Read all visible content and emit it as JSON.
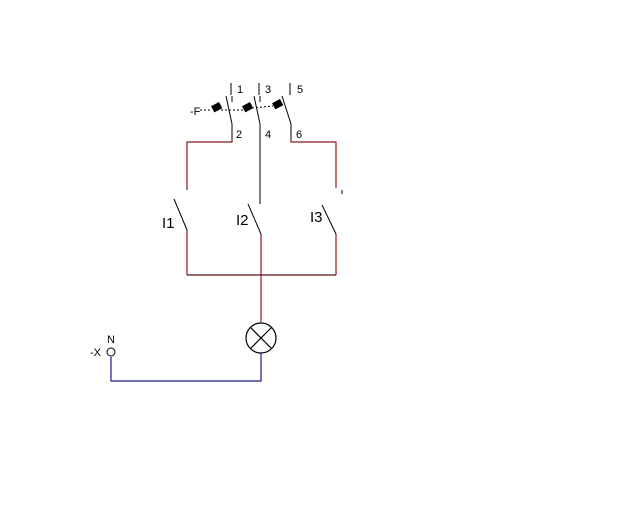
{
  "breaker": {
    "tag": "-F",
    "terminals_top": [
      "1",
      "3",
      "5"
    ],
    "terminals_bottom": [
      "2",
      "4",
      "6"
    ]
  },
  "switches": [
    {
      "label": "I1"
    },
    {
      "label": "I2"
    },
    {
      "label": "I3"
    }
  ],
  "terminal": {
    "tag": "-X",
    "name": "N"
  },
  "colors": {
    "phase_wire": "#8b1a1a",
    "neutral_wire": "#1a1a8b",
    "symbol": "#000000"
  }
}
